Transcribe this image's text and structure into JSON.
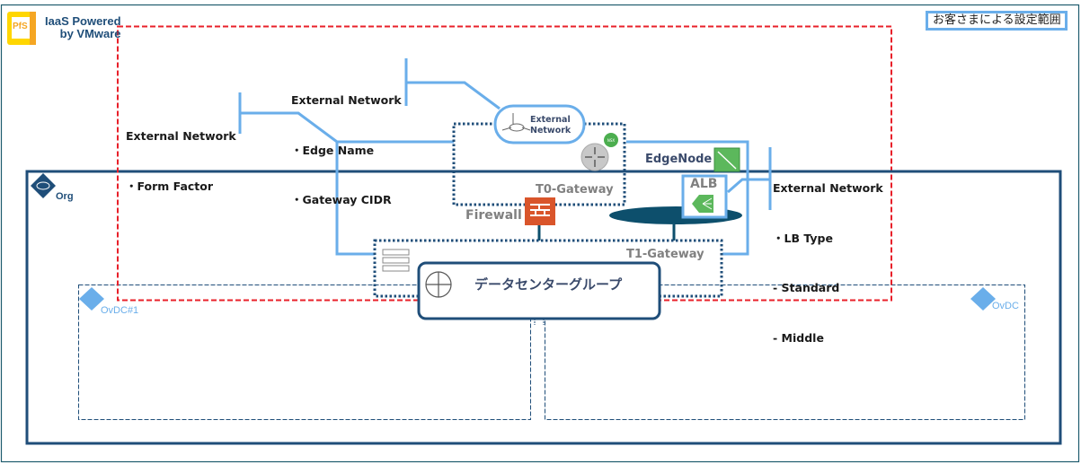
{
  "header": {
    "logo_text": "PfS",
    "title_line1": "IaaS Powered",
    "title_line2": "by VMware",
    "legend_label": "お客さまによる設定範囲"
  },
  "callouts": {
    "form_factor": {
      "title": "External Network",
      "items": [
        "・Form Factor"
      ]
    },
    "edge": {
      "title": "External Network",
      "items": [
        "・Edge Name",
        "・Gateway CIDR"
      ]
    },
    "lb": {
      "title": "External Network",
      "items": [
        "・LB Type",
        "- Standard",
        "- Middle"
      ]
    }
  },
  "nodes": {
    "external_network_line1": "External",
    "external_network_line2": "Network",
    "t0_gateway": "T0-Gateway",
    "nsx_badge": "NSX",
    "edge_node": "EdgeNode",
    "alb": "ALB",
    "firewall": "Firewall",
    "t1_gateway": "T1-Gateway",
    "datacenter_group": "データセンターグループ",
    "org": "Org",
    "ovdc1": "OvDC#1",
    "ovdc2": "OvDC"
  },
  "colors": {
    "customer_scope_border": "#e8202a",
    "org_border": "#1f4e79",
    "connector": "#6aaeea",
    "firewall": "#d9552b",
    "edge_green": "#5cb85c",
    "segment": "#0d4f6c"
  }
}
